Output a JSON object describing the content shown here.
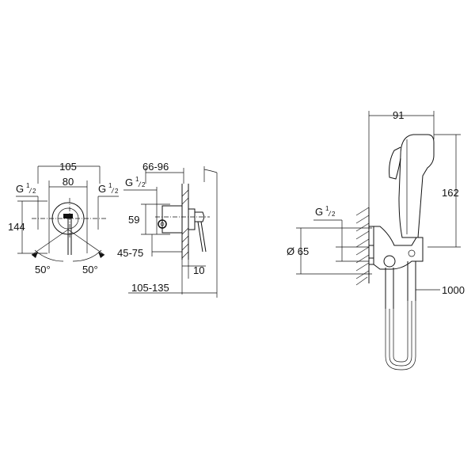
{
  "colors": {
    "line": "#111111",
    "background": "#ffffff"
  },
  "front_view": {
    "dim_width_outer": "105",
    "dim_width_inner": "80",
    "thread_left": {
      "base": "G",
      "num": "1",
      "den": "2"
    },
    "thread_right": {
      "base": "G",
      "num": "1",
      "den": "2"
    },
    "dim_height": "144",
    "angle_left": "50°",
    "angle_right": "50°"
  },
  "side_view": {
    "dim_depth_range": "66-96",
    "thread": {
      "base": "G",
      "num": "1",
      "den": "2"
    },
    "dim_center": "59",
    "dim_install_range": "45-75",
    "dim_cover": "10",
    "dim_total_range": "105-135"
  },
  "shower_view": {
    "dim_width": "91",
    "dim_height": "162",
    "thread": {
      "base": "G",
      "num": "1",
      "den": "2"
    },
    "dim_diameter": "Ø 65",
    "dim_hose": "1000"
  }
}
